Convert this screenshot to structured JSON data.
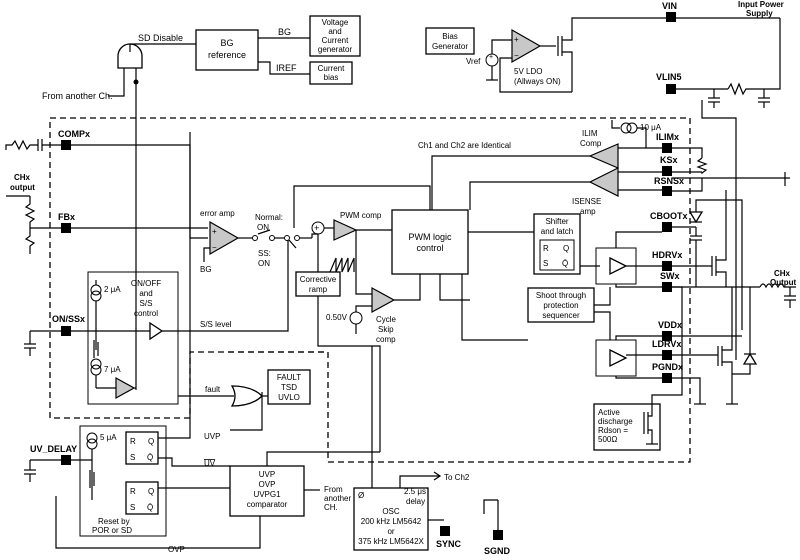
{
  "diagram": {
    "blocks": {
      "bg_reference": [
        "BG",
        "reference"
      ],
      "voltage_current_generator": [
        "Voltage",
        "and",
        "Current",
        "generator"
      ],
      "current_bias": [
        "Current",
        "bias"
      ],
      "bias_generator": [
        "Bias",
        "Generator"
      ],
      "ldo": [
        "5V LDO",
        "(Allways ON)"
      ],
      "onoff_control": [
        "ON/OFF",
        "and",
        "S/S",
        "control"
      ],
      "fault": [
        "FAULT",
        "TSD",
        "UVLO"
      ],
      "corrective_ramp": [
        "Corrective",
        "ramp"
      ],
      "pwm_logic": [
        "PWM logic",
        "control"
      ],
      "shifter_latch": [
        "Shifter",
        "and latch"
      ],
      "shoot_through": [
        "Shoot through",
        "protection",
        "sequencer"
      ],
      "uvp_comparator": [
        "UVP",
        "OVP",
        "UVPG1",
        "comparator"
      ],
      "osc": [
        "OSC",
        "200 kHz LM5642",
        "or",
        "375 kHz LM5642X"
      ],
      "active_discharge": [
        "Active",
        "discharge",
        "Rdson =",
        "500Ω"
      ]
    },
    "pins": {
      "comp": "COMPx",
      "fb": "FBx",
      "onss": "ON/SSx",
      "uv_delay": "UV_DELAY",
      "vin": "VIN",
      "vlin5": "VLIN5",
      "ilim": "ILIMx",
      "ks": "KSx",
      "rsns": "RSNSx",
      "cboot": "CBOOTx",
      "hdrv": "HDRVx",
      "sw": "SWx",
      "vdd": "VDDx",
      "ldrv": "LDRVx",
      "pgnd": "PGNDx",
      "sync": "SYNC",
      "sgnd": "SGND"
    },
    "labels": {
      "sd_disable": "SD Disable",
      "from_another_ch": "From another Ch.",
      "bg": "BG",
      "iref": "IREF",
      "vref": "Vref",
      "input_power_supply": [
        "Input Power",
        "Supply"
      ],
      "chx_output_left": [
        "CHx",
        "output"
      ],
      "chx_output_right": [
        "CHx",
        "Output"
      ],
      "ch_identical": "Ch1 and Ch2 are Identical",
      "ilim_comp": [
        "ILIM",
        "Comp"
      ],
      "i10ua": "10 μA",
      "isense_amp": [
        "ISENSE",
        "amp"
      ],
      "error_amp": "error amp",
      "bg_small": "BG",
      "normal_on": [
        "Normal:",
        "ON"
      ],
      "ss_on": [
        "SS:",
        "ON"
      ],
      "pwm_comp": "PWM comp",
      "i2ua": "2 μA",
      "i7ua": "7 μA",
      "ss_level": "S/S level",
      "v050": "0.50V",
      "cycle_skip": [
        "Cycle",
        "Skip",
        "comp"
      ],
      "fault_signal": "fault",
      "uvp_signal": "UVP",
      "uv_bar": "UV",
      "i5ua": "5 μA",
      "reset_by": [
        "Reset by",
        "POR or SD"
      ],
      "from_another_ch2": [
        "From",
        "another",
        "CH."
      ],
      "ovp": "OVP",
      "phi": "Ø",
      "to_ch2": "To Ch2",
      "delay": [
        "2.5 μs",
        "delay"
      ],
      "latch_r": "R",
      "latch_s": "S",
      "latch_q": "Q",
      "latch_qbar": "Q̄",
      "plus": "+",
      "minus": "−"
    }
  }
}
